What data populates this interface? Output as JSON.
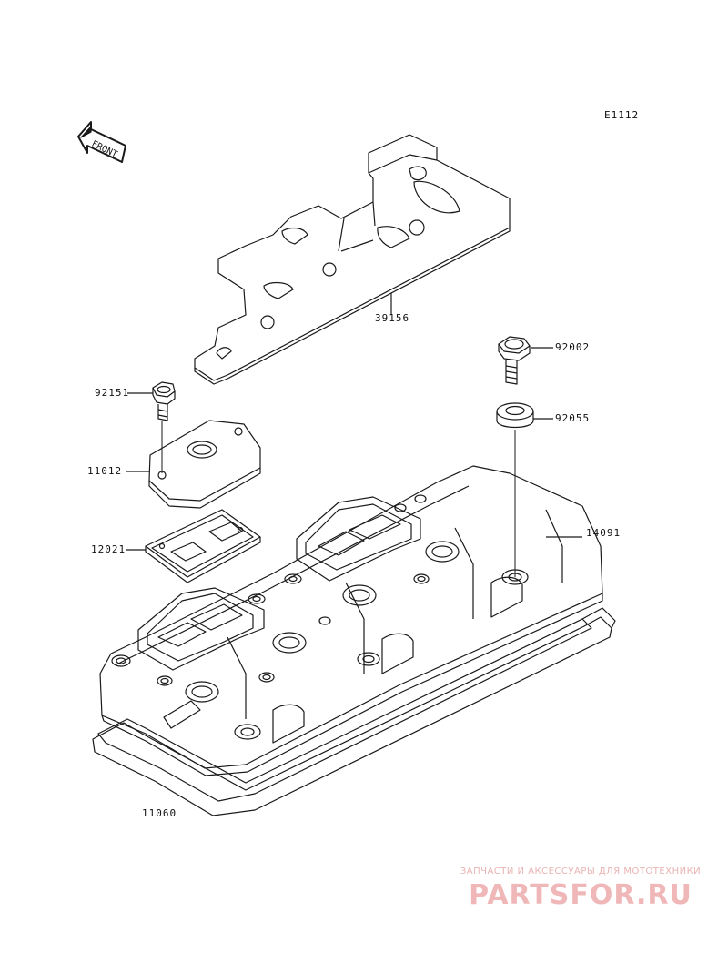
{
  "diagram": {
    "code": "E1112",
    "front_marker": "FRONT",
    "parts": [
      {
        "number": "39156"
      },
      {
        "number": "92002"
      },
      {
        "number": "92151"
      },
      {
        "number": "92055"
      },
      {
        "number": "11012"
      },
      {
        "number": "12021"
      },
      {
        "number": "14091"
      },
      {
        "number": "11060"
      }
    ]
  },
  "watermark": {
    "line1": "ЗАПЧАСТИ И АКСЕССУАРЫ ДЛЯ МОТОТЕХНИКИ",
    "line2": "PARTSFOR.RU",
    "color": "#efb7b7"
  },
  "colors": {
    "line": "#1a1a1a",
    "background": "#ffffff"
  }
}
